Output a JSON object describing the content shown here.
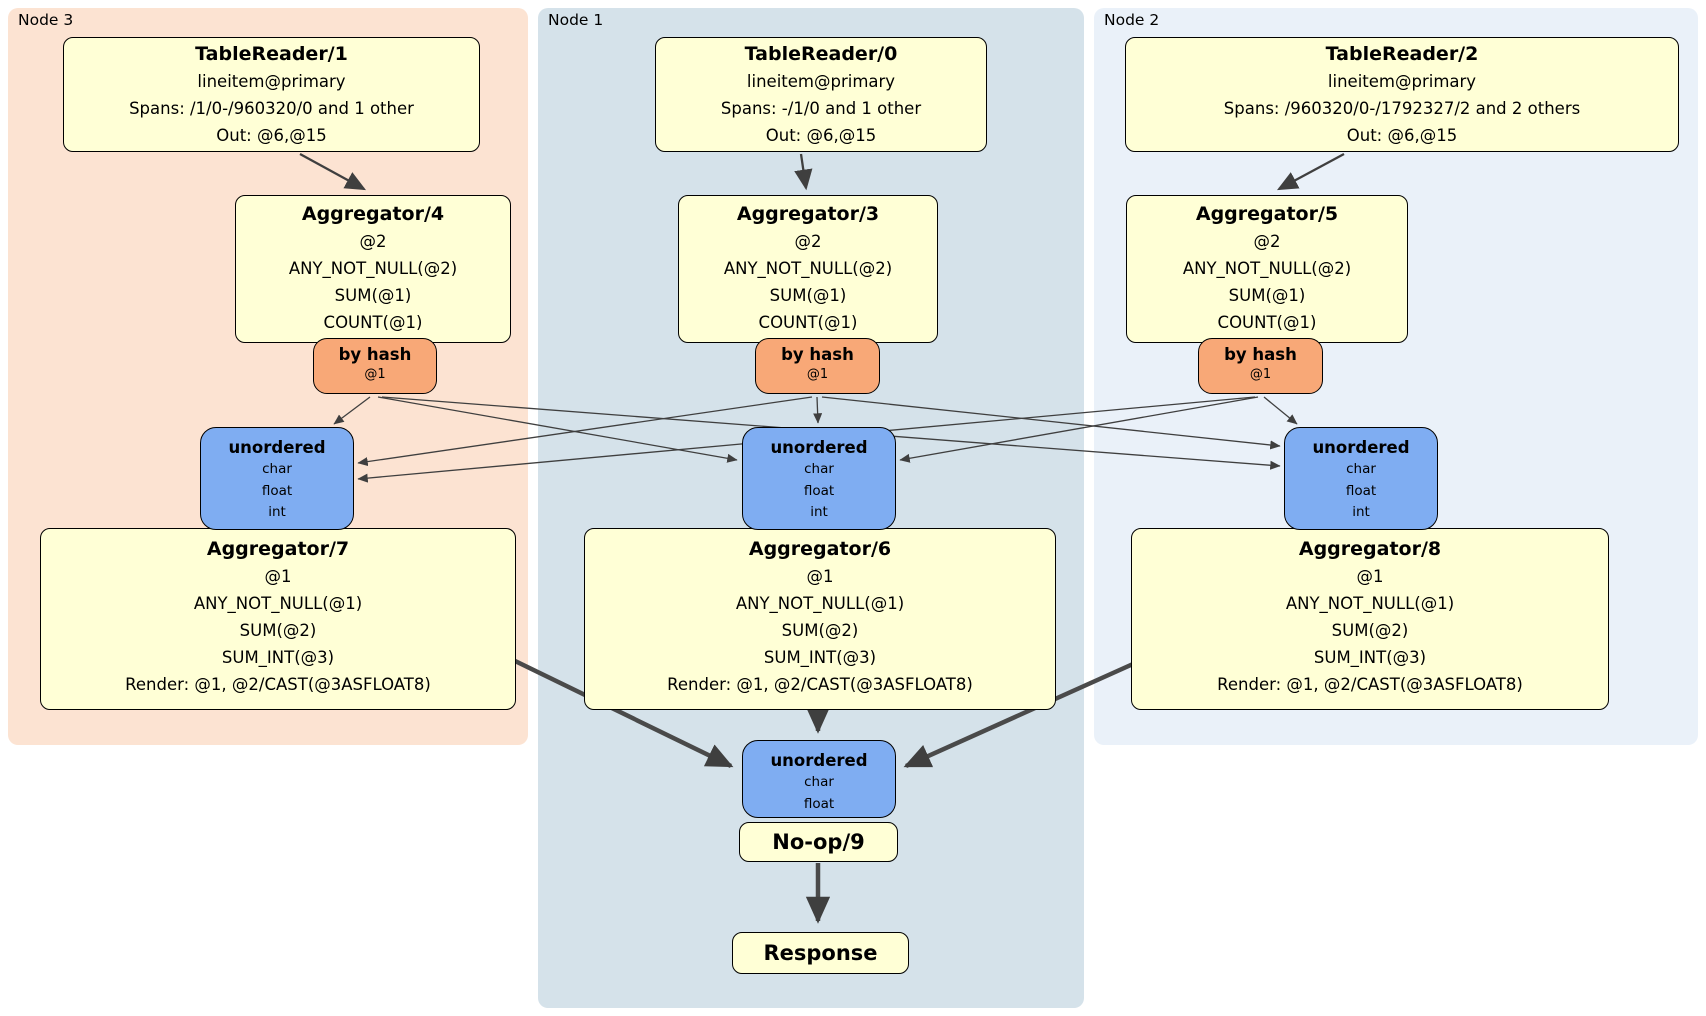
{
  "colors": {
    "canvas": "#ffffff",
    "node3_bg": "#fce3d2",
    "node1_bg": "#d5e2ea",
    "node2_bg": "#eaf1f9",
    "processor_fill": "#ffffd6",
    "router_fill": "#f8a877",
    "sync_fill": "#7fadf2",
    "border": "#000000",
    "edge": "#3f3f3f",
    "edge_thick": "#4a4a4a"
  },
  "groups": {
    "node3": {
      "label": "Node 3"
    },
    "node1": {
      "label": "Node 1"
    },
    "node2": {
      "label": "Node 2"
    }
  },
  "processors": {
    "tr1": {
      "title": "TableReader/1",
      "lines": [
        "lineitem@primary",
        "Spans: /1/0-/960320/0 and 1 other",
        "Out: @6,@15"
      ]
    },
    "tr0": {
      "title": "TableReader/0",
      "lines": [
        "lineitem@primary",
        "Spans: -/1/0 and 1 other",
        "Out: @6,@15"
      ]
    },
    "tr2": {
      "title": "TableReader/2",
      "lines": [
        "lineitem@primary",
        "Spans: /960320/0-/1792327/2 and 2 others",
        "Out: @6,@15"
      ]
    },
    "agg4": {
      "title": "Aggregator/4",
      "lines": [
        "@2",
        "ANY_NOT_NULL(@2)",
        "SUM(@1)",
        "COUNT(@1)"
      ]
    },
    "agg3": {
      "title": "Aggregator/3",
      "lines": [
        "@2",
        "ANY_NOT_NULL(@2)",
        "SUM(@1)",
        "COUNT(@1)"
      ]
    },
    "agg5": {
      "title": "Aggregator/5",
      "lines": [
        "@2",
        "ANY_NOT_NULL(@2)",
        "SUM(@1)",
        "COUNT(@1)"
      ]
    },
    "agg7": {
      "title": "Aggregator/7",
      "lines": [
        "@1",
        "ANY_NOT_NULL(@1)",
        "SUM(@2)",
        "SUM_INT(@3)",
        "Render: @1, @2/CAST(@3ASFLOAT8)"
      ]
    },
    "agg6": {
      "title": "Aggregator/6",
      "lines": [
        "@1",
        "ANY_NOT_NULL(@1)",
        "SUM(@2)",
        "SUM_INT(@3)",
        "Render: @1, @2/CAST(@3ASFLOAT8)"
      ]
    },
    "agg8": {
      "title": "Aggregator/8",
      "lines": [
        "@1",
        "ANY_NOT_NULL(@1)",
        "SUM(@2)",
        "SUM_INT(@3)",
        "Render: @1, @2/CAST(@3ASFLOAT8)"
      ]
    },
    "noop": {
      "title": "No-op/9"
    },
    "response": {
      "title": "Response"
    }
  },
  "routers": {
    "r3": {
      "title": "by hash",
      "detail": "@1"
    },
    "r1": {
      "title": "by hash",
      "detail": "@1"
    },
    "r2": {
      "title": "by hash",
      "detail": "@1"
    }
  },
  "syncs": {
    "s3": {
      "title": "unordered",
      "items": [
        "char",
        "float",
        "int"
      ]
    },
    "s1": {
      "title": "unordered",
      "items": [
        "char",
        "float",
        "int"
      ]
    },
    "s2": {
      "title": "unordered",
      "items": [
        "char",
        "float",
        "int"
      ]
    },
    "final": {
      "title": "unordered",
      "items": [
        "char",
        "float"
      ]
    }
  }
}
